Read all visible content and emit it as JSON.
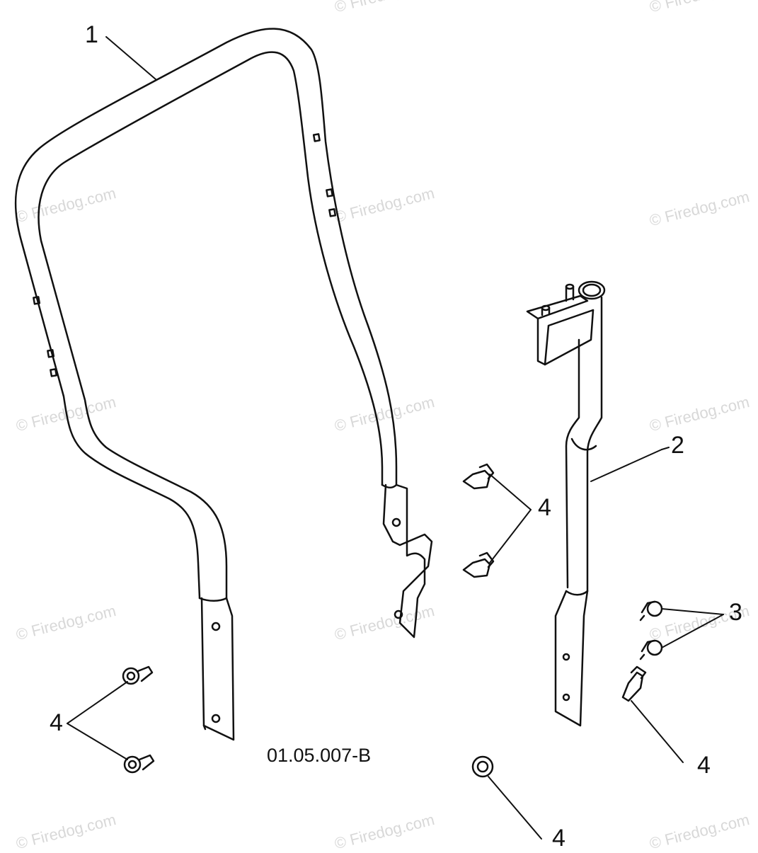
{
  "watermark": "© Firedog.com",
  "figure_code": "01.05.007-B",
  "callouts": {
    "item1": "1",
    "item2": "2",
    "item3": "3",
    "item4": "4"
  },
  "parts": {
    "rop_frame": "1",
    "rop_side_support": "2",
    "flange_nut": "3",
    "bolt": "4"
  }
}
